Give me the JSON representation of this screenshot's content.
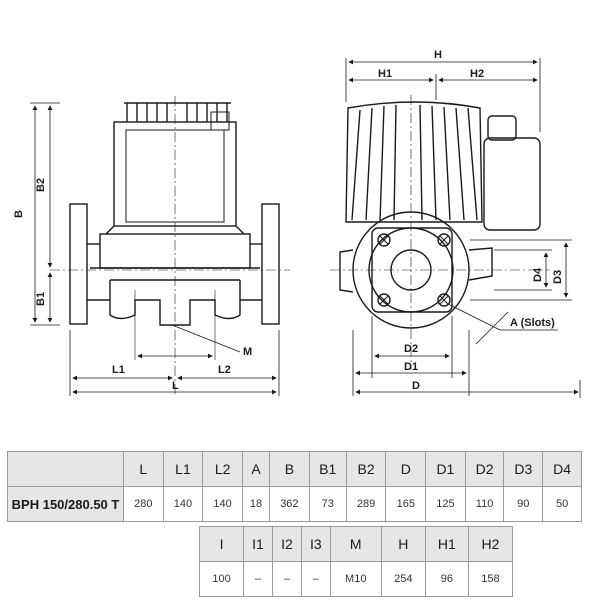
{
  "drawing": {
    "labels": {
      "B": "B",
      "B1": "B1",
      "B2": "B2",
      "L": "L",
      "L1": "L1",
      "L2": "L2",
      "M": "M",
      "H": "H",
      "H1": "H1",
      "H2": "H2",
      "D": "D",
      "D1": "D1",
      "D2": "D2",
      "D3": "D3",
      "D4": "D4",
      "A": "A (Slots)"
    }
  },
  "table_main": {
    "model": "BPH 150/280.50 T",
    "headers": [
      "L",
      "L1",
      "L2",
      "A",
      "B",
      "B1",
      "B2",
      "D",
      "D1",
      "D2",
      "D3",
      "D4"
    ],
    "values": [
      "280",
      "140",
      "140",
      "18",
      "362",
      "73",
      "289",
      "165",
      "125",
      "110",
      "90",
      "50"
    ]
  },
  "table_secondary": {
    "headers": [
      "I",
      "I1",
      "I2",
      "I3",
      "M",
      "H",
      "H1",
      "H2"
    ],
    "values": [
      "100",
      "–",
      "–",
      "–",
      "M10",
      "254",
      "96",
      "158"
    ]
  }
}
